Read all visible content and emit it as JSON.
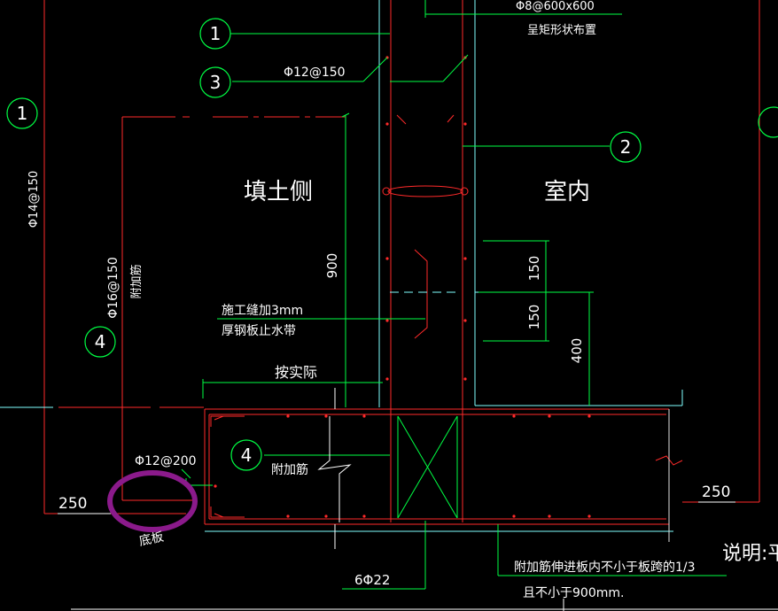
{
  "colors": {
    "background": "#000000",
    "structure_line": "#ff2a2a",
    "rebar_green": "#00ff44",
    "leader_white": "#e0e0e0",
    "highlight_circle": "#8b1a8b",
    "cyan": "#80ffff"
  },
  "labels": {
    "top_rebar": "Φ8@600x600",
    "top_layout": "呈矩形状布置",
    "phi12_150": "Φ12@150",
    "phi14_150": "Φ14@150",
    "fill_side": "填土侧",
    "indoor": "室内",
    "dim_900": "900",
    "phi16_150": "Φ16@150",
    "added_bar_vertical": "附加筋",
    "waterstop_line1": "施工缝加3mm",
    "waterstop_line2": "厚钢板止水带",
    "dim_150_top": "150",
    "dim_150_bottom": "150",
    "dim_400": "400",
    "by_actual": "按实际",
    "phi12_200": "Φ12@200",
    "added_bar": "附加筋",
    "dim_250_left": "250",
    "dim_250_right": "250",
    "bottom_slab": "底板",
    "phi22": "6Φ22",
    "note_line1": "附加筋伸进板内不小于板跨的1/3",
    "note_line2": "且不小于900mm.",
    "explain": "说明:平"
  },
  "callouts": {
    "c1_top": "1",
    "c3": "3",
    "c1_left": "1",
    "c2": "2",
    "c4_left": "4",
    "c4_mid": "4"
  }
}
